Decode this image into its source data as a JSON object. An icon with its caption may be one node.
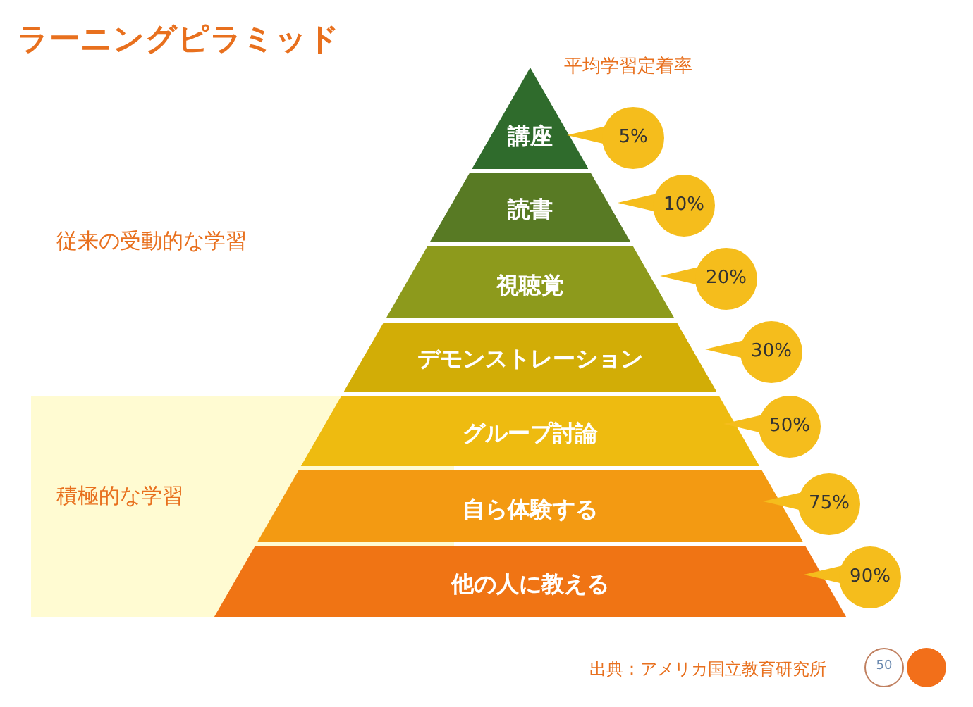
{
  "diagram": {
    "title": "ラーニングピラミッド",
    "nodes": [
      {
        "text": [
          "積極的な学習"
        ]
      },
      {
        "text": [
          "講座"
        ]
      },
      {
        "text": [
          "読書"
        ]
      },
      {
        "text": [
          "視聴覚"
        ]
      },
      {
        "text": [
          "デモンストレーション"
        ]
      },
      {
        "text": [
          "グループ討論"
        ]
      },
      {
        "text": [
          "自ら体験する"
        ]
      },
      {
        "text": [
          "他の人に教える"
        ]
      },
      {
        "text": [
          "5%"
        ]
      },
      {
        "text": [
          "10%"
        ]
      },
      {
        "text": [
          "20%"
        ]
      },
      {
        "text": [
          "30%"
        ]
      },
      {
        "text": [
          "50%"
        ]
      },
      {
        "text": [
          "75%"
        ]
      },
      {
        "text": [
          "90%"
        ]
      },
      {
        "text": [
          "50"
        ]
      },
      {
        "text": [],
        "shape": "circle"
      }
    ],
    "labels": [
      "平均学習定着率",
      "従来の受動的な学習",
      "出典：アメリカ国立教育研究所"
    ]
  }
}
